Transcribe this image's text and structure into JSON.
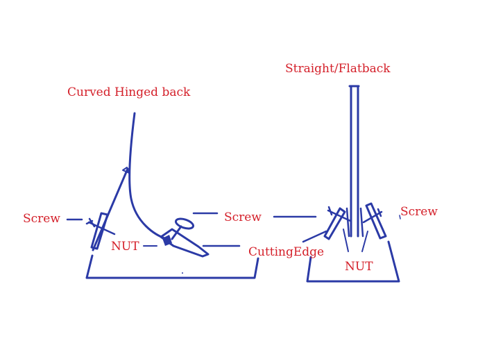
{
  "labels": {
    "curved_title": "Curved Hinged back",
    "straight_title": "Straight/Flatback",
    "screw_left": "Screw",
    "screw_center": "Screw",
    "screw_right": "Screw",
    "nut_left": "NUT",
    "nut_right": "NUT",
    "cutting_edge": "CuttingEdge"
  },
  "colors": {
    "label_red": "#d4202a",
    "ink_blue": "#2b3aa6"
  }
}
